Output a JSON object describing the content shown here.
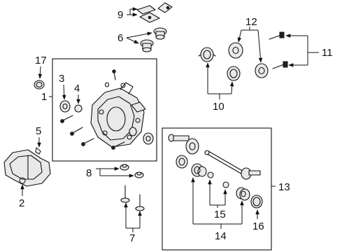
{
  "callouts": {
    "c1": "1",
    "c2": "2",
    "c3": "3",
    "c4": "4",
    "c5": "5",
    "c6": "6",
    "c7": "7",
    "c8": "8",
    "c9": "9",
    "c10": "10",
    "c11": "11",
    "c12": "12",
    "c13": "13",
    "c14": "14",
    "c15": "15",
    "c16": "16",
    "c17": "17"
  },
  "icons": [
    "differential-housing-icon",
    "mount-bracket-icon",
    "axle-shaft-icon",
    "cv-boot-icon",
    "bushing-icon",
    "bolt-icon",
    "seal-icon"
  ]
}
